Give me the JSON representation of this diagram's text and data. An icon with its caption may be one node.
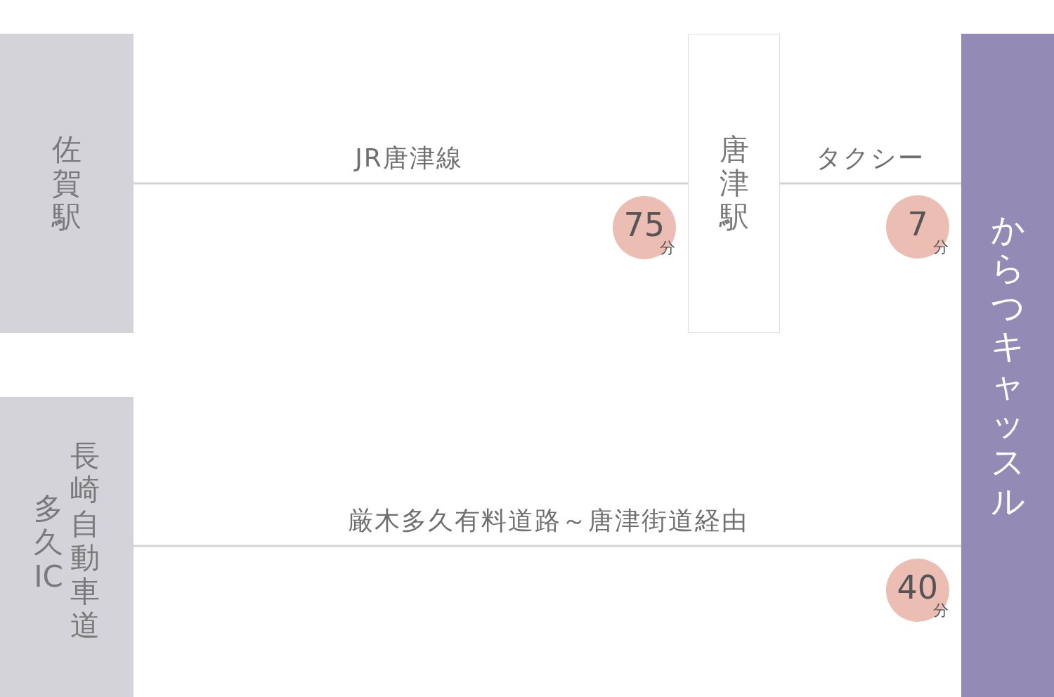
{
  "diagram": {
    "nodes": [
      {
        "text": [
          "佐賀駅"
        ]
      },
      {
        "text": [
          "唐津駅"
        ]
      },
      {
        "text": [
          "からつキャッスル"
        ]
      },
      {
        "text": [
          "多久IC",
          "長崎自動車道"
        ]
      }
    ],
    "edges": [
      {
        "from": 0,
        "to": 1,
        "arrow": "none",
        "label": "JR唐津線"
      },
      {
        "from": 1,
        "to": 2,
        "arrow": "none",
        "label": "タクシー"
      },
      {
        "from": 3,
        "to": 2,
        "arrow": "none",
        "label": "厳木多久有料道路～唐津街道経由"
      }
    ],
    "labels": [
      "75",
      "分",
      "7",
      "分",
      "40",
      "分"
    ]
  }
}
